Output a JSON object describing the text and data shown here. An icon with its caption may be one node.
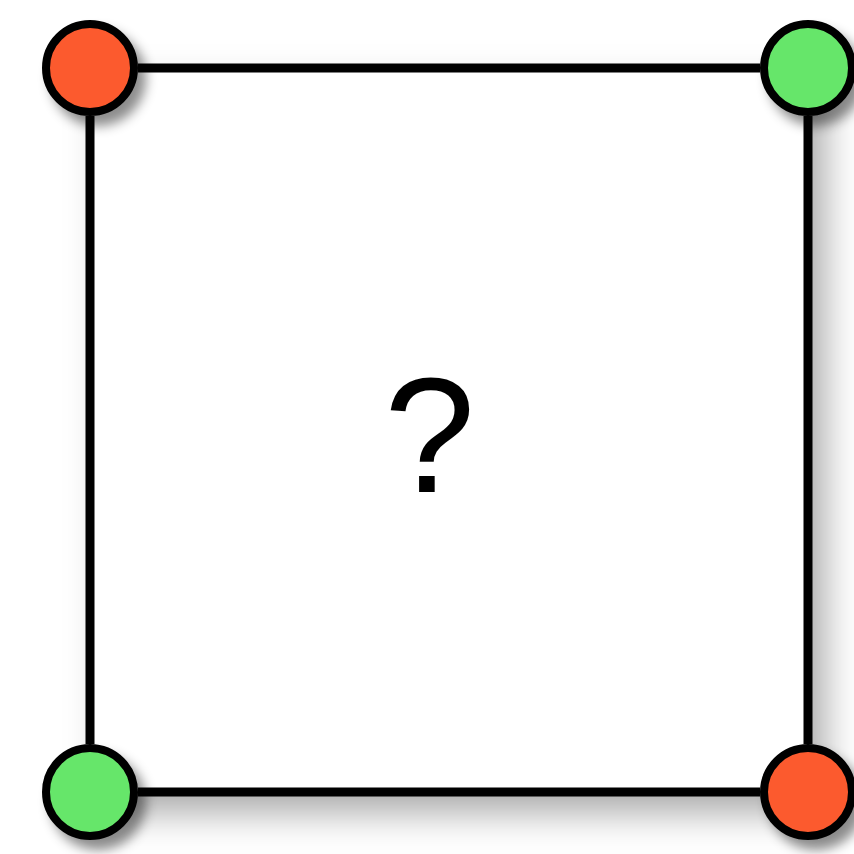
{
  "diagram": {
    "nodes": [
      {
        "text": [],
        "shape": "circle"
      },
      {
        "text": [],
        "shape": "circle"
      },
      {
        "text": [],
        "shape": "circle"
      },
      {
        "text": [],
        "shape": "circle"
      }
    ],
    "edges": [
      {
        "from": 0,
        "to": 1,
        "arrow": "none"
      },
      {
        "from": 0,
        "to": 2,
        "arrow": "none"
      },
      {
        "from": 1,
        "to": 3,
        "arrow": "none"
      },
      {
        "from": 2,
        "to": 3,
        "arrow": "none"
      }
    ],
    "labels": [
      "?"
    ]
  }
}
